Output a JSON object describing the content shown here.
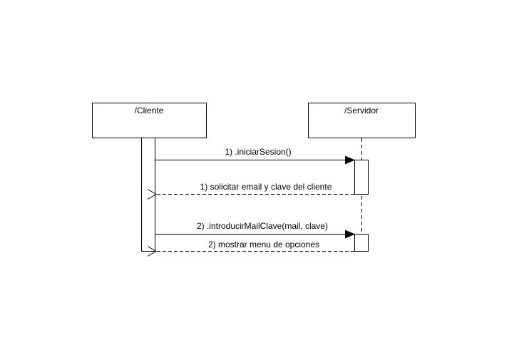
{
  "lifelines": [
    {
      "label": "/Cliente"
    },
    {
      "label": "/Servidor"
    }
  ],
  "messages": [
    {
      "label": "1) .iniciarSesion()",
      "kind": "sync",
      "direction": "Cliente to Servidor"
    },
    {
      "label": "1) solicitar email y clave del cliente",
      "kind": "return",
      "direction": "Servidor to Cliente"
    },
    {
      "label": "2) .introducirMailClave(mail, clave)",
      "kind": "sync",
      "direction": "Cliente to Servidor"
    },
    {
      "label": "2) mostrar menu de opciones",
      "kind": "return",
      "direction": "Servidor to Cliente"
    }
  ],
  "colors": {
    "stroke": "#000000",
    "background": "#ffffff"
  }
}
